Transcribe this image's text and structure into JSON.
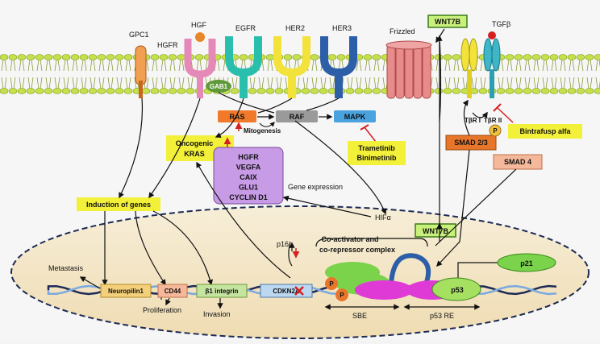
{
  "receptors": {
    "gpc1": "GPC1",
    "hgfr": "HGFR",
    "hgf": "HGF",
    "egfr": "EGFR",
    "her2": "HER2",
    "her3": "HER3",
    "frizzled": "Frizzled",
    "wnt7b": "WNT7B",
    "tgfb": "TGFβ",
    "tbr1": "TβR I",
    "tbr2": "TβR II",
    "gab1": "GAB1"
  },
  "cascade": {
    "ras": "RAS",
    "raf": "RAF",
    "mapk": "MAPK",
    "mitogenesis": "Mitogenesis"
  },
  "drugs": {
    "mek_line1": "Trametinib",
    "mek_line2": "Binimetinib",
    "bintrafusp": "Bintrafusp alfa"
  },
  "smad": {
    "smad23": "SMAD 2/3",
    "smad4": "SMAD 4",
    "p": "P"
  },
  "oncogenic": {
    "line1": "Oncogenic",
    "line2": "KRAS"
  },
  "targets": [
    "HGFR",
    "VEGFA",
    "CAIX",
    "GLU1",
    "CYCLIN D1"
  ],
  "labels": {
    "gene_expression": "Gene expression",
    "hif": "HIFα",
    "induction": "Induction of genes",
    "wnt7b_nuc": "WNT7B",
    "coactivator1": "Co-activator and",
    "coactivator2": "co-repressor complex",
    "p16": "p16",
    "p21": "p21",
    "p53": "p53",
    "metastasis": "Metastasis",
    "proliferation": "Proliferation",
    "invasion": "Invasion",
    "sbe": "SBE",
    "p53re": "p53 RE"
  },
  "genes": {
    "neuropilin": "Neuropilin1",
    "cd44": "CD44",
    "itgb1": "β1 integrin",
    "cdkn2a": "CDKN2A"
  },
  "colors": {
    "yellow_box": "#f3f03a",
    "ras": "#f07a2a",
    "raf": "#9a9a9a",
    "mapk": "#4aa3df",
    "purple": "#c79be6",
    "green": "#7ad34a",
    "magenta": "#e03ad6",
    "membrane_head": "#c5e04a",
    "nucleus": "#f5e8cc",
    "red_arrow": "#d42020"
  }
}
